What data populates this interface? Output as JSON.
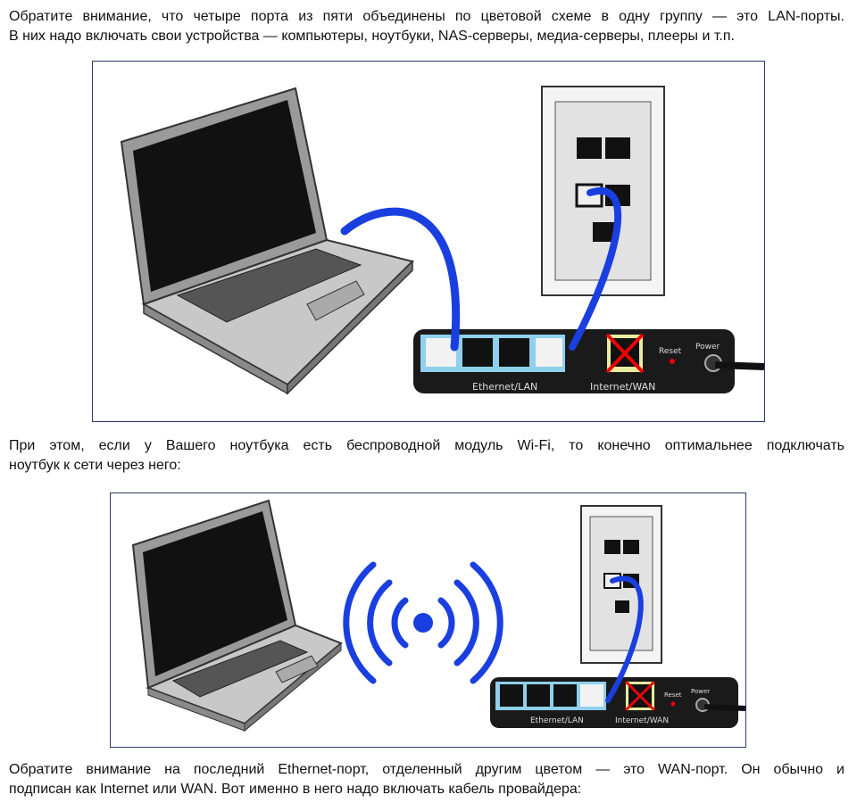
{
  "paragraphs": [
    {
      "lines": [
        "Обратите внимание, что четыре порта из пяти объединены по цветовой схеме в одну группу — это LAN-порты.",
        "В них надо включать свои устройства — компьютеры, ноутбуки, NAS-серверы, медиа-серверы, плееры и т.п."
      ]
    },
    {
      "lines": [
        "При этом, если у Вашего ноутбука есть беспроводной модуль Wi-Fi, то конечно оптимальнее подключать",
        "ноутбук к сети через него:"
      ]
    },
    {
      "lines": [
        "Обратите внимание на последний Ethernet-порт, отделенный другим цветом — это WAN-порт. Он обычно и",
        "подписан как Internet или WAN. Вот именно в него надо включать кабель провайдера:"
      ]
    }
  ],
  "figure1": {
    "lan_label": "Ethernet/LAN",
    "wan_label": "Internet/WAN",
    "reset_label": "Reset",
    "power_label": "Power"
  },
  "figure2": {
    "lan_label": "Ethernet/LAN",
    "wan_label": "Internet/WAN",
    "reset_label": "Reset",
    "power_label": "Power"
  },
  "colors": {
    "cable": "#1a3fe0",
    "lan_panel": "#8fd0ec",
    "wan_panel": "#e9eca0",
    "router": "#1a1a1a"
  }
}
